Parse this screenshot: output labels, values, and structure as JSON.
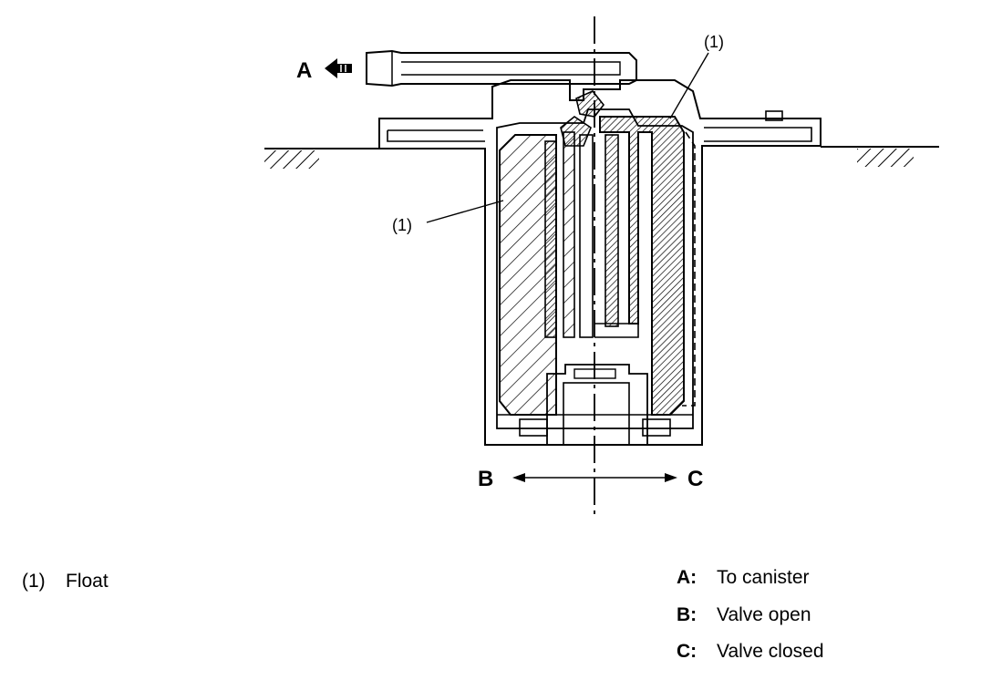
{
  "callouts": {
    "float_top": "(1)",
    "float_left": "(1)",
    "a": "A",
    "b": "B",
    "c": "C"
  },
  "legend": {
    "items": [
      {
        "key": "(1)",
        "text": "Float"
      }
    ],
    "letters": [
      {
        "key": "A:",
        "text": "To canister"
      },
      {
        "key": "B:",
        "text": "Valve open"
      },
      {
        "key": "C:",
        "text": "Valve closed"
      }
    ]
  }
}
